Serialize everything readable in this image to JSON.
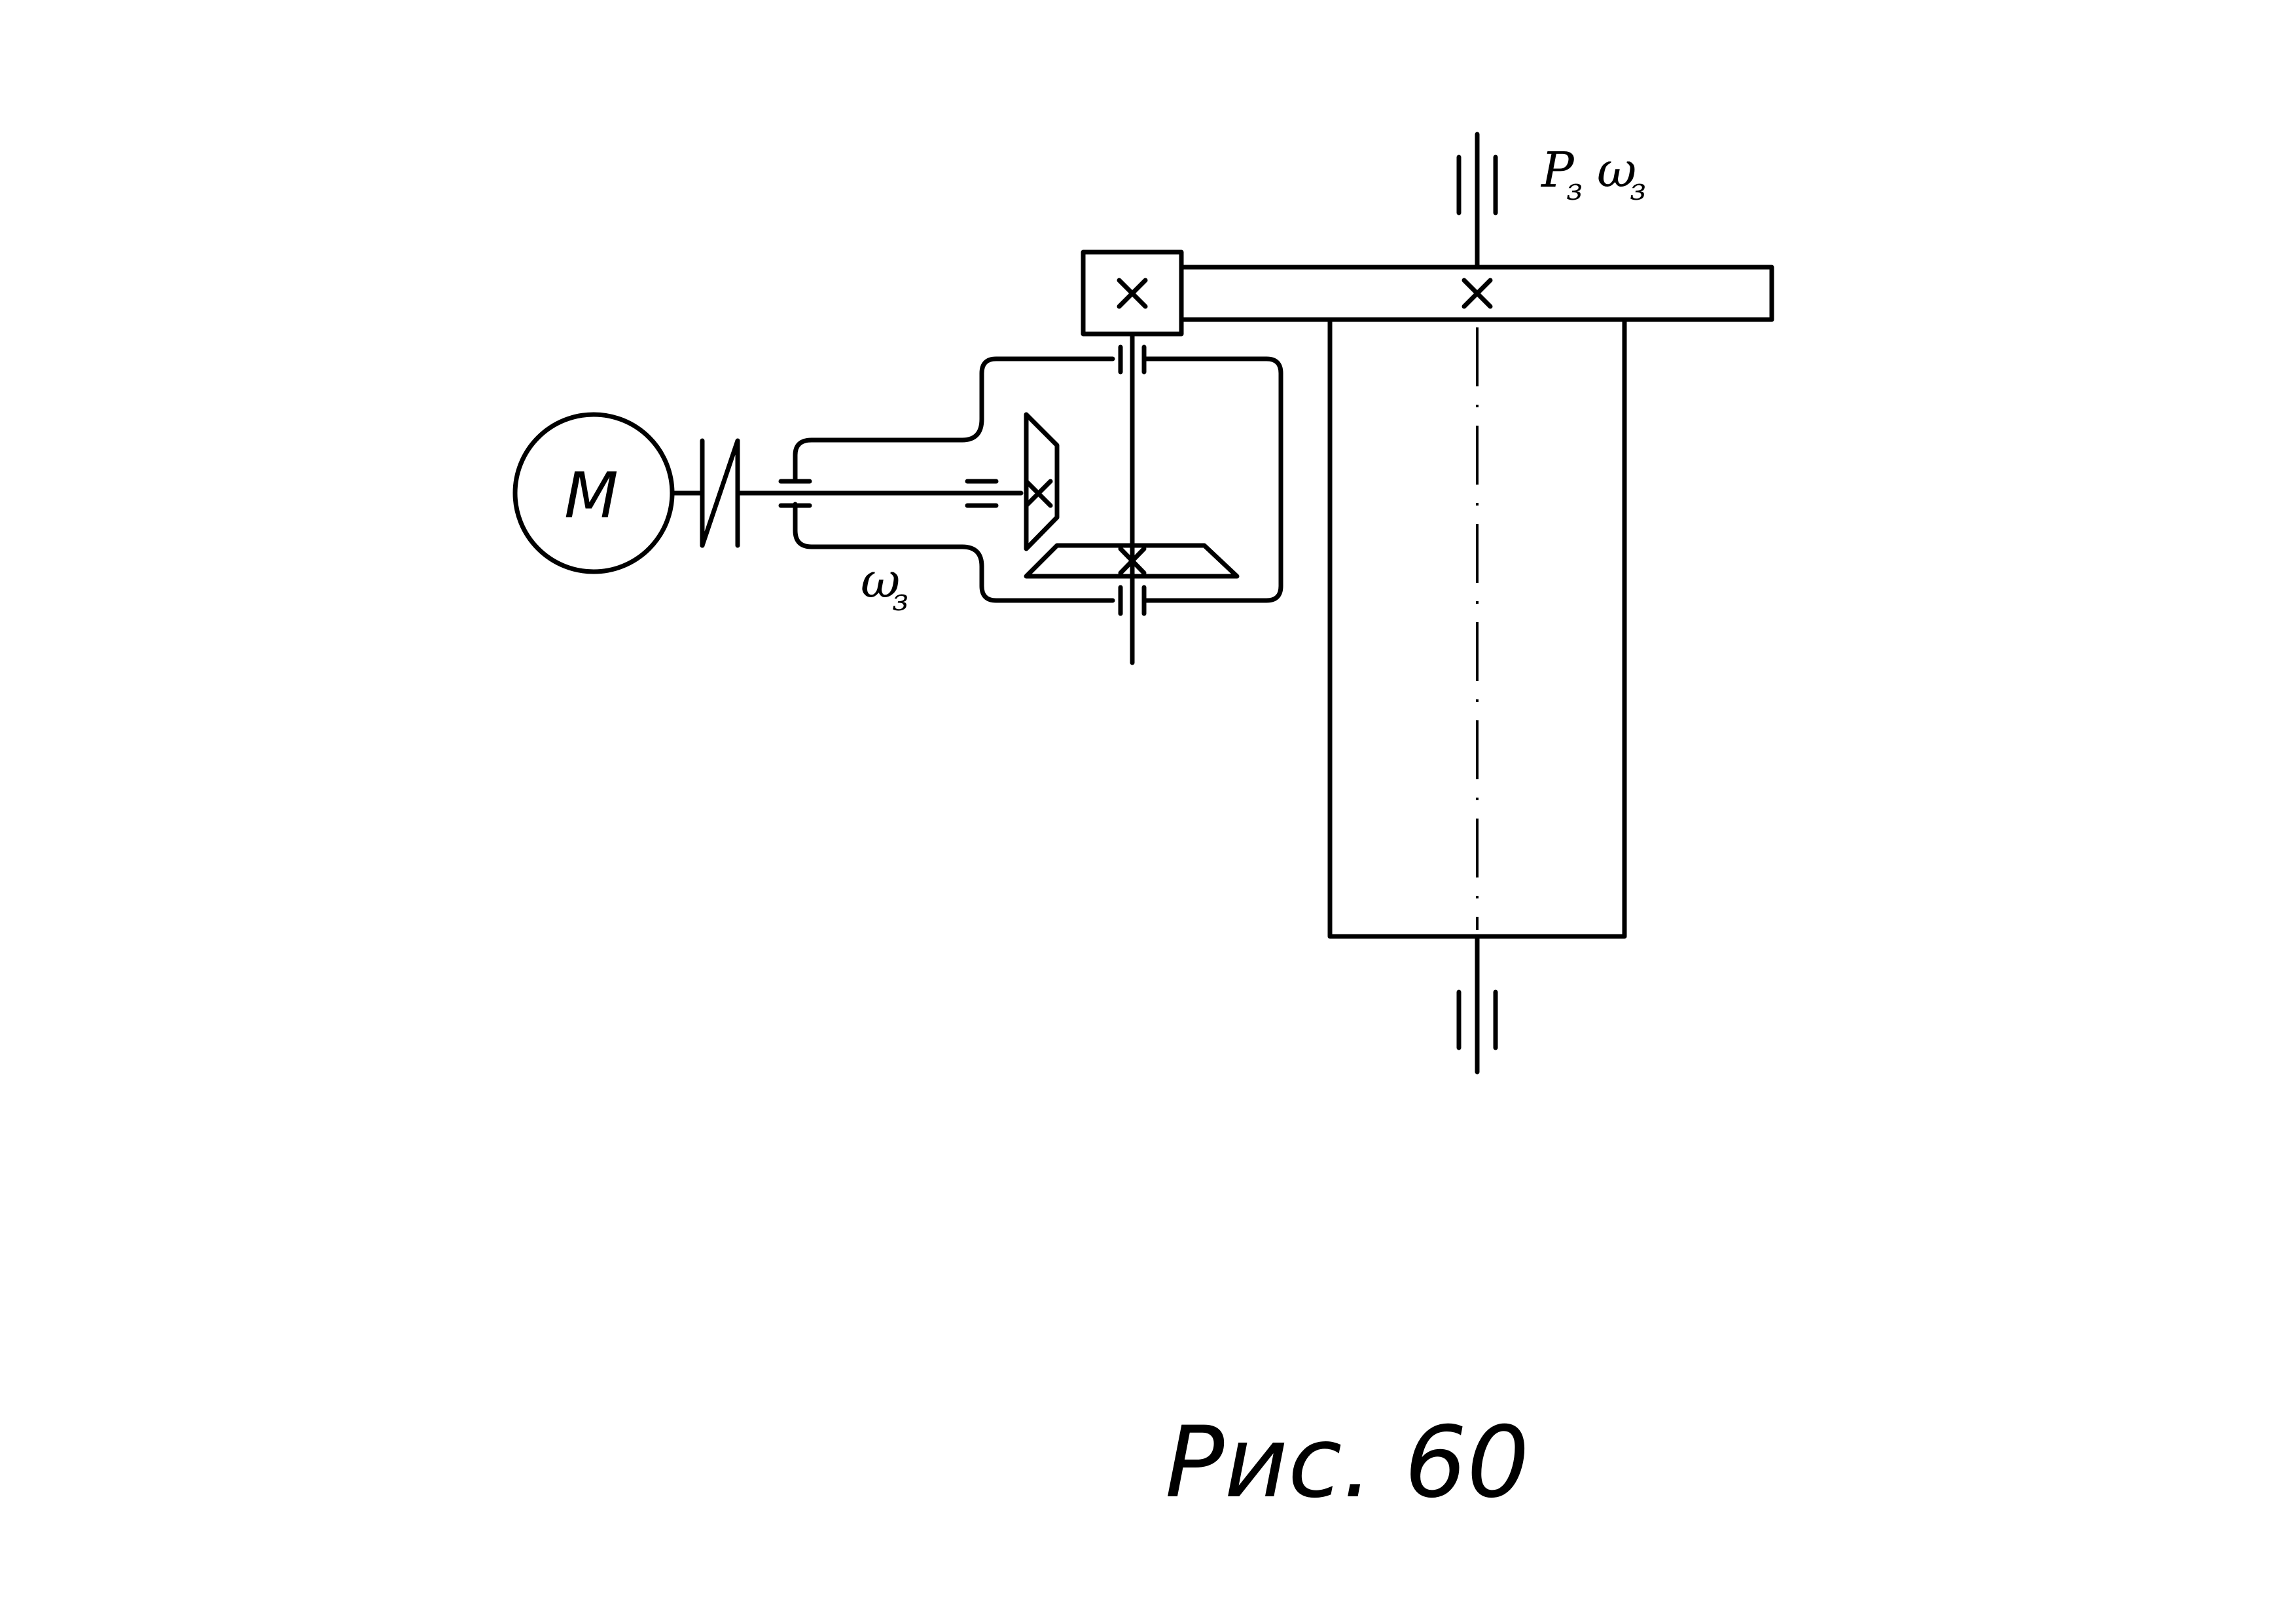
{
  "diagram": {
    "motor_label": "M",
    "output_power_label": "P",
    "output_power_subscript": "з",
    "output_speed_label": "ω",
    "output_speed_subscript": "з",
    "input_speed_label": "ω",
    "input_speed_subscript": "з",
    "caption": "Рис. 60"
  },
  "colors": {
    "line": "#000000",
    "background": "#ffffff"
  }
}
